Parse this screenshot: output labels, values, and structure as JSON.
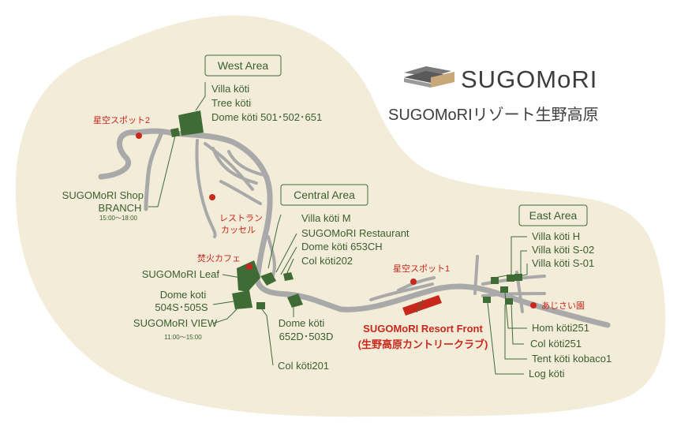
{
  "brand": {
    "logo_text": "SUGOMoRI",
    "subtitle": "SUGOMoRIリゾート生野高原",
    "colors": {
      "green": "#3f6b35",
      "red": "#c8281c",
      "land": "#f2ecd9",
      "road": "#a9a9a9"
    }
  },
  "areas": {
    "west": "West Area",
    "central": "Central Area",
    "east": "East Area"
  },
  "west": {
    "villa": "Villa köti",
    "tree": "Tree köti",
    "dome": "Dome köti 501･502･651",
    "spot2": "星空スポット2",
    "shop": "SUGOMoRI Shop",
    "branch": "BRANCH",
    "shop_hours": "15:00〜18:00",
    "restaurant_line1": "レストラン",
    "restaurant_line2": "カッセル",
    "cafe": "焚火カフェ",
    "leaf": "SUGOMoRI Leaf",
    "dome_koti": "Dome koti",
    "dome_504": "504S･505S",
    "view": "SUGOMoRI VIEW",
    "view_hours": "11:00〜15:00",
    "col201": "Col köti201"
  },
  "central": {
    "villa_m": "Villa köti M",
    "restaurant": "SUGOMoRI Restaurant",
    "dome653": "Dome köti 653CH",
    "col202": "Col köti202",
    "dome_koti": "Dome köti",
    "dome652": "652D･503D",
    "spot1": "星空スポット1",
    "front": "SUGOMoRI Resort Front",
    "front_sub": "(生野高原カントリークラブ)"
  },
  "east": {
    "villa_h": "Villa köti H",
    "villa_s02": "Villa köti S-02",
    "villa_s01": "Villa köti S-01",
    "hydrangea": "あじさい園",
    "hom": "Hom köti251",
    "col251": "Col köti251",
    "tent": "Tent köti kobaco1",
    "log": "Log köti"
  }
}
